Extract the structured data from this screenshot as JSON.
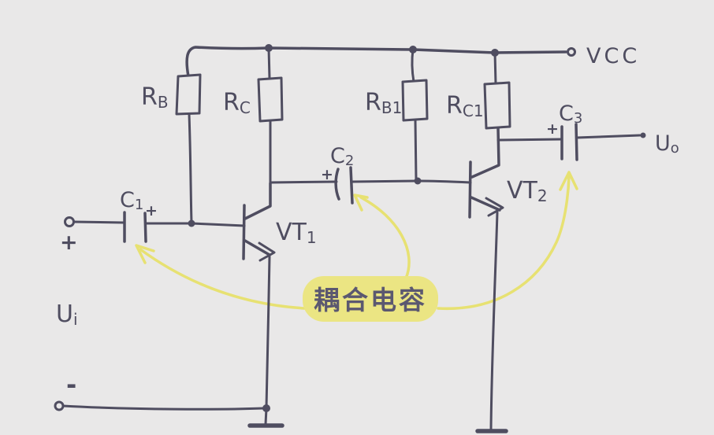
{
  "colors": {
    "background": "#e9e8e8",
    "ink": "#4f4d60",
    "highlight": "#ebe583",
    "arrow": "#e7e172",
    "annotation_text": "#5b5870"
  },
  "labels": {
    "vcc": "VCC",
    "rb": {
      "main": "R",
      "sub": "B"
    },
    "rc": {
      "main": "R",
      "sub": "C"
    },
    "rb1": {
      "main": "R",
      "sub": "B1"
    },
    "rc1": {
      "main": "R",
      "sub": "C1"
    },
    "c1": {
      "main": "C",
      "sub": "1"
    },
    "c2": {
      "main": "C",
      "sub": "2"
    },
    "c3": {
      "main": "C",
      "sub": "3"
    },
    "vt1": {
      "main": "VT",
      "sub": "1"
    },
    "vt2": {
      "main": "VT",
      "sub": "2"
    },
    "u_in": {
      "main": "U",
      "sub": "i"
    },
    "u_out": {
      "main": "U",
      "sub": "o"
    }
  },
  "marks": {
    "input_plus": "+",
    "input_minus": "-",
    "c1_polarity": "+",
    "c2_polarity": "+",
    "c3_polarity": "+"
  },
  "annotation": {
    "text": "耦合电容"
  }
}
